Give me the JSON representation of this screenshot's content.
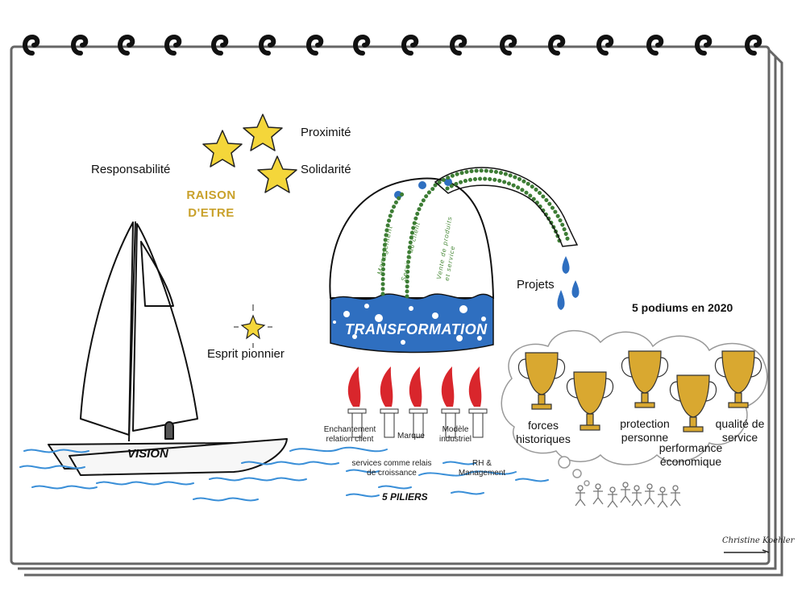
{
  "values": {
    "responsabilite": "Responsabilité",
    "proximite": "Proximité",
    "solidarite": "Solidarité",
    "raison_line1": "RAISON",
    "raison_line2": "D'ETRE"
  },
  "vision": {
    "esprit": "Esprit pionnier",
    "label": "VISION"
  },
  "transformation": {
    "label": "TRANSFORMATION",
    "streams": [
      "Management",
      "Service au client",
      "Vente de produits et service"
    ],
    "projets": "Projets"
  },
  "piliers": {
    "title": "5 PILIERS",
    "items": [
      "Enchantement relation client",
      "Marque",
      "Modèle industriel",
      "services comme relais de croissance",
      "RH & Management"
    ]
  },
  "podiums": {
    "title": "5 podiums en 2020",
    "items": [
      "forces historiques",
      "protection personne",
      "performance économique",
      "qualité de service"
    ]
  },
  "signature": "Christine Koehler",
  "colors": {
    "gold": "#e8c13a",
    "water_blue": "#2f6fc0",
    "flame_red": "#d9262c",
    "green_dots": "#3d7d35",
    "page_border": "#666666"
  }
}
